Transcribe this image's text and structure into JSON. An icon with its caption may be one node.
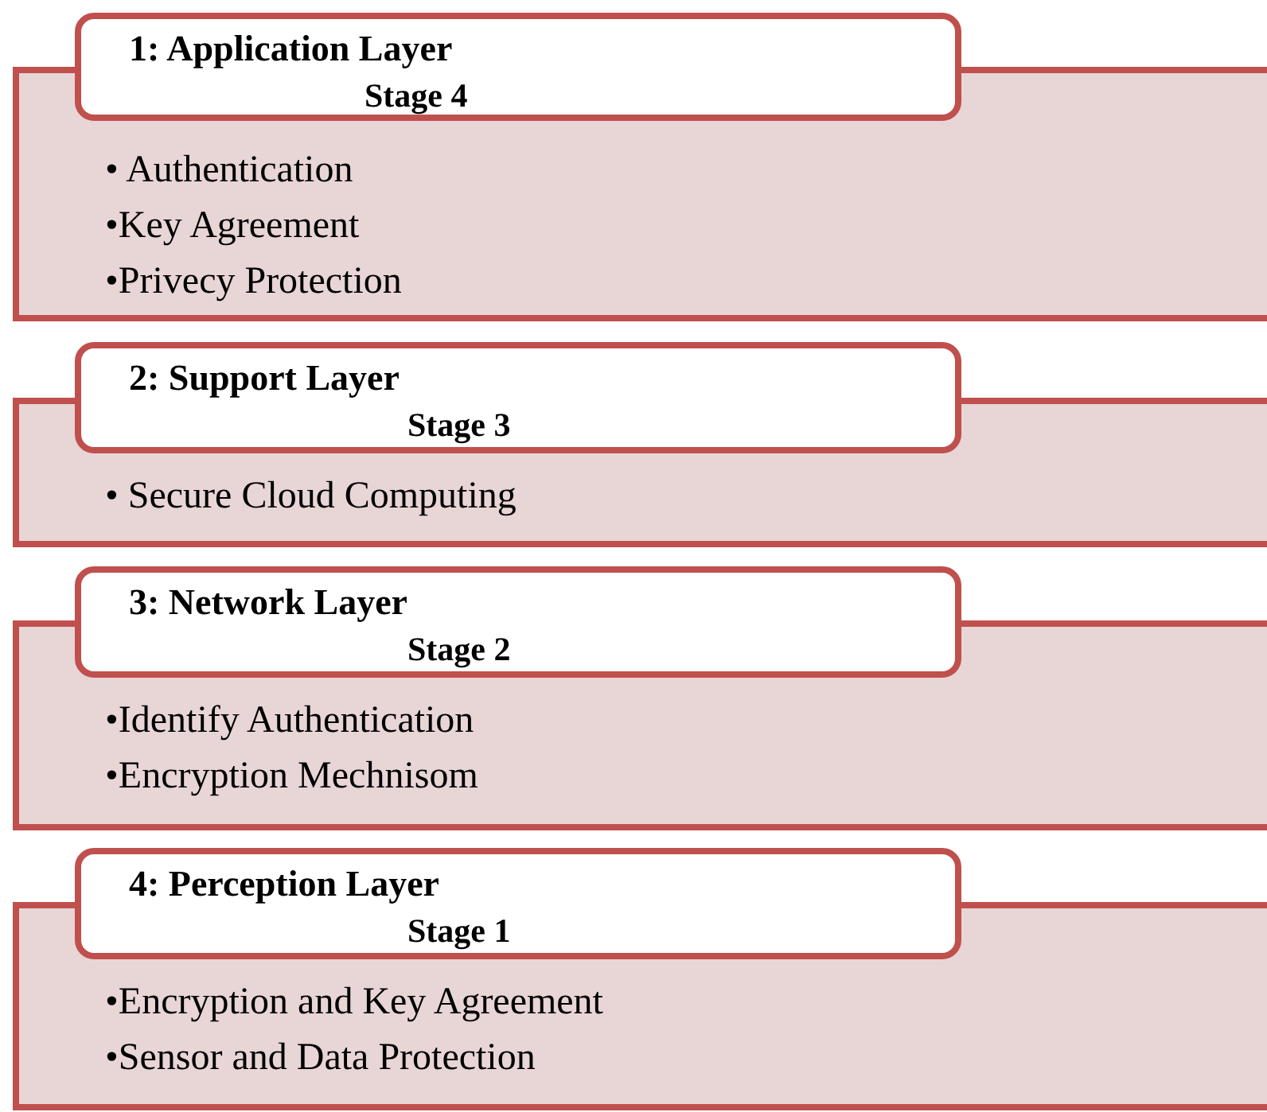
{
  "diagram": {
    "nodes": [
      {
        "text": [
          "1: Application Layer",
          "Stage 4"
        ]
      },
      {
        "text": [
          "• Authentication",
          "•Key Agreement",
          "•Privecy Protection"
        ]
      },
      {
        "text": [
          "2: Support Layer",
          "Stage 3"
        ]
      },
      {
        "text": [
          "• Secure Cloud Computing"
        ]
      },
      {
        "text": [
          "3: Network Layer",
          "Stage 2"
        ]
      },
      {
        "text": [
          "•Identify Authentication",
          "•Encryption Mechnisom"
        ]
      },
      {
        "text": [
          "4: Perception Layer",
          "Stage 1"
        ]
      },
      {
        "text": [
          "•Encryption and Key Agreement",
          "•Sensor and Data Protection"
        ]
      }
    ],
    "edges": []
  }
}
